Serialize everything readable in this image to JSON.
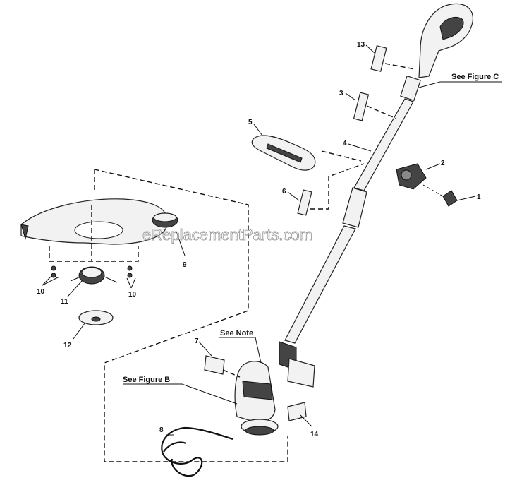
{
  "diagram": {
    "watermark": "eReplacementParts.com",
    "callouts": [
      {
        "id": "13",
        "label": "13"
      },
      {
        "id": "3",
        "label": "3"
      },
      {
        "id": "5",
        "label": "5"
      },
      {
        "id": "4",
        "label": "4"
      },
      {
        "id": "2",
        "label": "2"
      },
      {
        "id": "1",
        "label": "1"
      },
      {
        "id": "6",
        "label": "6"
      },
      {
        "id": "9",
        "label": "9"
      },
      {
        "id": "10a",
        "label": "10"
      },
      {
        "id": "10b",
        "label": "10"
      },
      {
        "id": "11",
        "label": "11"
      },
      {
        "id": "12",
        "label": "12"
      },
      {
        "id": "7",
        "label": "7"
      },
      {
        "id": "8",
        "label": "8"
      },
      {
        "id": "14",
        "label": "14"
      }
    ],
    "references": {
      "figure_c": "See Figure C",
      "note": "See Note",
      "figure_b": "See Figure B"
    }
  }
}
